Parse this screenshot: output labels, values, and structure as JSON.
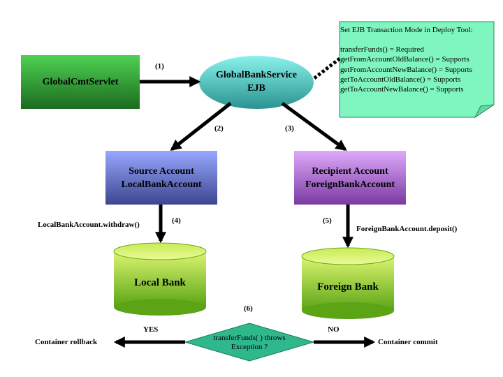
{
  "servlet": {
    "label": "GlobalCmtServlet"
  },
  "service": {
    "line1": "GlobalBankService",
    "line2": "EJB"
  },
  "source_account": {
    "line1": "Source Account",
    "line2": "LocalBankAccount"
  },
  "recipient_account": {
    "line1": "Recipient Account",
    "line2": "ForeignBankAccount"
  },
  "local_bank": {
    "label": "Local Bank"
  },
  "foreign_bank": {
    "label": "Foreign Bank"
  },
  "steps": {
    "s1": "(1)",
    "s2": "(2)",
    "s3": "(3)",
    "s4": "(4)",
    "s5": "(5)",
    "s6": "(6)"
  },
  "calls": {
    "withdraw": "LocalBankAccount.withdraw()",
    "deposit": "ForeignBankAccount.deposit()"
  },
  "decision": {
    "line1": "transferFunds( ) throws",
    "line2": "Exception ?",
    "yes": "YES",
    "no": "NO",
    "yes_result": "Container rollback",
    "no_result": "Container commit"
  },
  "note": {
    "title": "Set EJB Transaction Mode in Deploy Tool:",
    "lines": [
      "transferFunds() = Required",
      "getFromAccountOldBalance() = Supports",
      "getFromAccountNewBalance() = Supports",
      "getToAccountOldBalance() = Supports",
      "getToAccountNewBalance() = Supports"
    ]
  },
  "colors": {
    "green_light": "#46c449",
    "green_dark": "#1f6b22",
    "teal_light": "#7fe8e2",
    "teal_dark": "#2f9c98",
    "blue_light": "#8ea0ff",
    "blue_dark": "#3f4a94",
    "purple_light": "#d6a0f2",
    "purple_dark": "#7f3fa6",
    "db_light": "#d6f26a",
    "db_dark": "#5fa81a",
    "note_bg": "#7ff5c0",
    "diamond": "#2fb88c"
  }
}
